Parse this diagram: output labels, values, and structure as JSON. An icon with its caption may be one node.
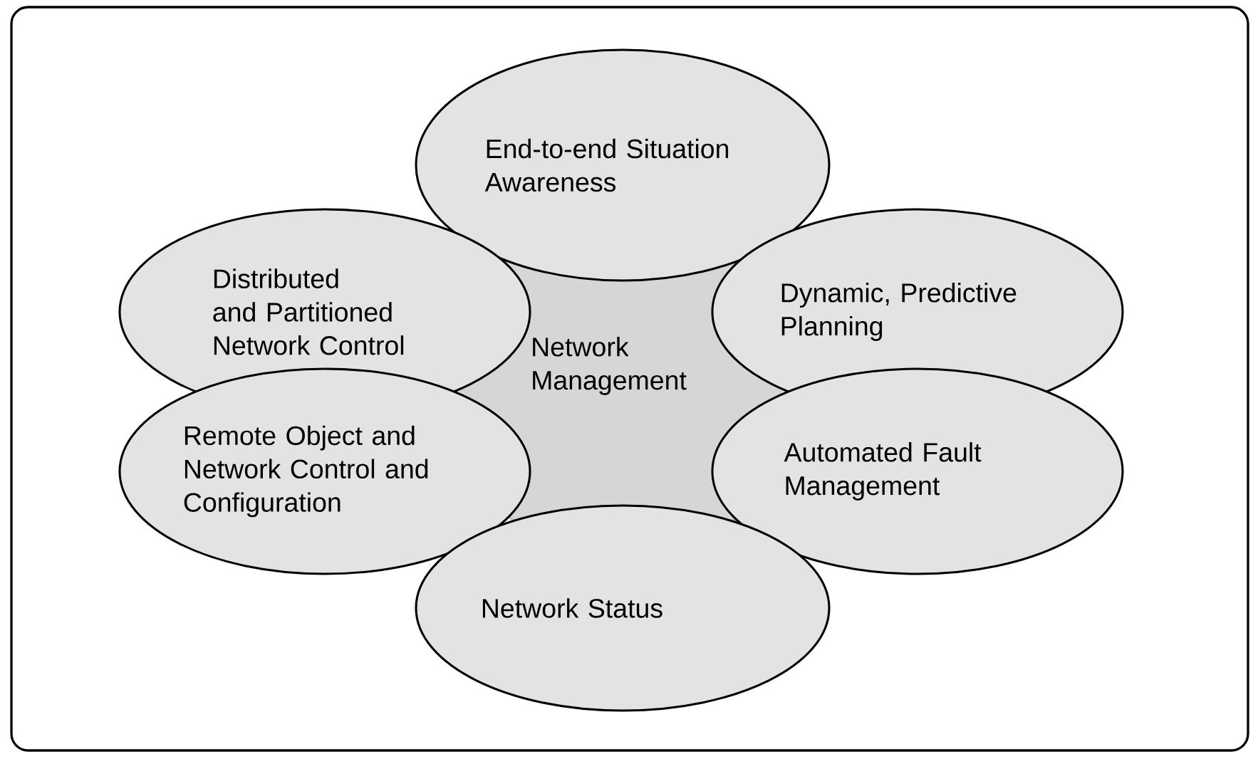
{
  "diagram": {
    "nodes": [
      {
        "text": [
          "End-to-end Situation Awareness"
        ]
      },
      {
        "text": [
          "Distributed and Partitioned Network Control"
        ]
      },
      {
        "text": [
          "Dynamic, Predictive Planning"
        ]
      },
      {
        "text": [
          "Network Management"
        ]
      },
      {
        "text": [
          "Remote Object and Network Control and Configuration"
        ]
      },
      {
        "text": [
          "Automated Fault Management"
        ]
      },
      {
        "text": [
          "Network Status"
        ]
      }
    ]
  }
}
